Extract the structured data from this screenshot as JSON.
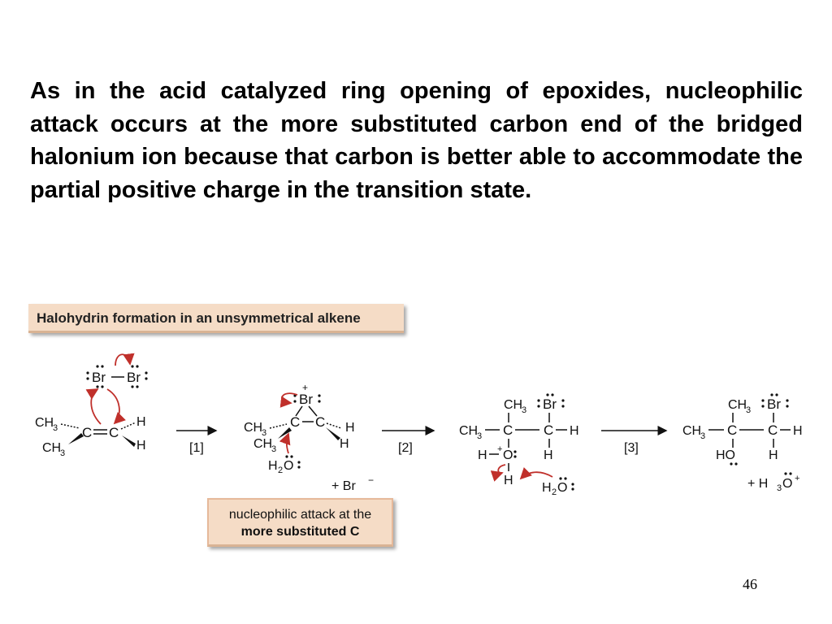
{
  "paragraph": "As in the acid catalyzed ring opening of epoxides, nucleophilic attack occurs at the more substituted carbon end of the bridged halonium ion because that carbon is better able to accommodate the partial positive charge in the transition state.",
  "figure": {
    "title": "Halohydrin formation in an unsymmetrical alkene",
    "note_line1": "nucleophilic attack at the",
    "note_line2": "more substituted C",
    "steps": [
      "[1]",
      "[2]",
      "[3]"
    ],
    "labels": {
      "br": "Br",
      "c": "C",
      "h": "H",
      "ch": "CH",
      "sub3": "3",
      "sub2": "2",
      "o": "O",
      "plus": "+",
      "minus": "−",
      "plus_br": "+  Br",
      "plus_h3o": "+  H",
      "water": "H",
      "ho": "HO"
    },
    "colors": {
      "arrow": "#c0302b",
      "box": "#f5dcc6"
    }
  },
  "page_number": "46"
}
